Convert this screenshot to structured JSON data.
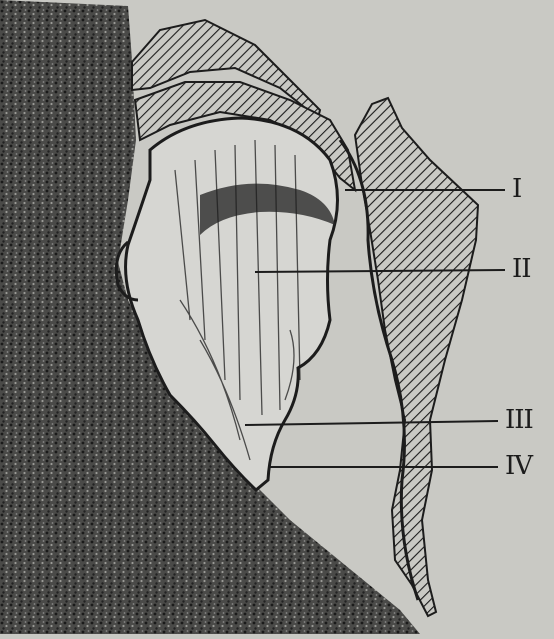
{
  "labels": {
    "l1": "I",
    "l2": "II",
    "l3": "III",
    "l4": "IV"
  },
  "colors": {
    "paper": "#c9c9c4",
    "ink": "#1c1c1c",
    "stipple": "#2a2a2a"
  }
}
